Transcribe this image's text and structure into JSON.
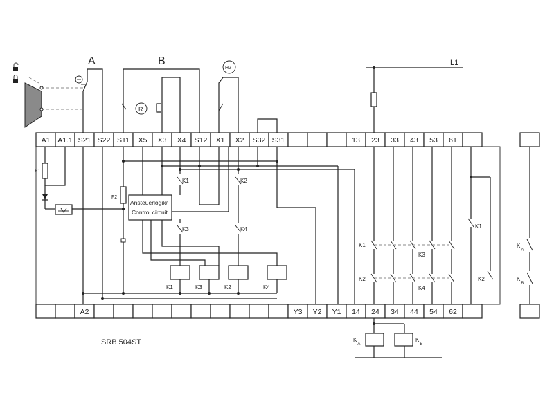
{
  "terminals_top": [
    "A1",
    "A1.1",
    "S21",
    "S22",
    "S11",
    "X5",
    "X3",
    "X4",
    "S12",
    "X1",
    "X2",
    "S32",
    "S31",
    "",
    "",
    "",
    "13",
    "23",
    "33",
    "43",
    "53",
    "61",
    ""
  ],
  "terminals_bottom": [
    "",
    "",
    "A2",
    "",
    "",
    "",
    "",
    "",
    "",
    "",
    "",
    "",
    "",
    "Y3",
    "Y2",
    "Y1",
    "14",
    "24",
    "34",
    "44",
    "54",
    "62",
    ""
  ],
  "channel_a": "A",
  "channel_b": "B",
  "lamp": "H2",
  "reset": "R",
  "supply": "L1",
  "fuse1": "F1",
  "fuse2": "F2",
  "control_line1": "Ansteuerlogik/",
  "control_line2": "Control circuit",
  "model": "SRB 504ST",
  "contacts": {
    "k1": "K1",
    "k2": "K2",
    "k3": "K3",
    "k4": "K4"
  },
  "coils": [
    "K1",
    "K3",
    "K2",
    "K4"
  ],
  "output_k1": "K1",
  "output_k2": "K2",
  "output_k3": "K3",
  "output_k4": "K4",
  "aux_k1": "K1",
  "aux_k2": "K2",
  "ext_ka": "K",
  "ext_ka_sub": "A",
  "ext_kb": "K",
  "ext_kb_sub": "B",
  "load_ka": "K",
  "load_ka_sub": "A",
  "load_kb": "K",
  "load_kb_sub": "B"
}
